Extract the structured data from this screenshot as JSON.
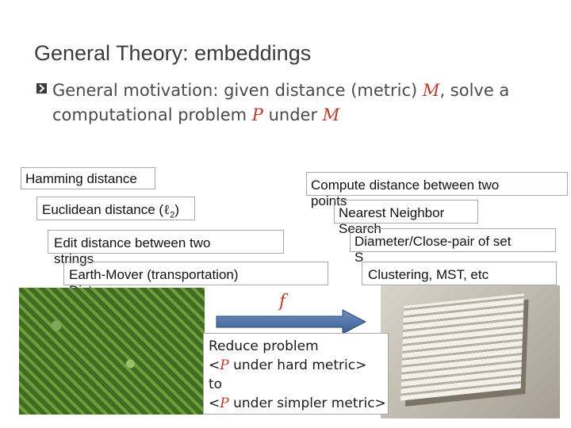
{
  "slide": {
    "title": "General Theory: embeddings",
    "bullet": {
      "part1": "General motivation: given distance (metric) ",
      "M1": "M",
      "part2": ", solve a computational problem ",
      "P": "P",
      "part3": " under ",
      "M2": "M"
    },
    "metrics": {
      "hamming": "Hamming distance",
      "euclidean_prefix": "Euclidean distance (",
      "euclidean_l2": "ℓ",
      "euclidean_sub": "2",
      "euclidean_suffix": ")",
      "edit_line1": "Edit distance between two",
      "edit_line2": "strings",
      "emd_line1": "Earth-Mover (transportation)",
      "emd_line2": "Distance"
    },
    "problems": {
      "compute_line1": "Compute distance between two",
      "compute_line2": "points",
      "nn_line1": "Nearest Neighbor",
      "nn_line2": "Search",
      "diameter_line1": "Diameter/Close-pair of set",
      "diameter_line2": "S",
      "clustering": "Clustering, MST, etc"
    },
    "f_label": "f",
    "reduce": {
      "line1": "Reduce problem",
      "lt1": "<",
      "p1": "P",
      "hard": " under hard metric>",
      "to": "to",
      "lt2": "<",
      "p2": "P",
      "simpler": " under simpler metric>"
    }
  }
}
